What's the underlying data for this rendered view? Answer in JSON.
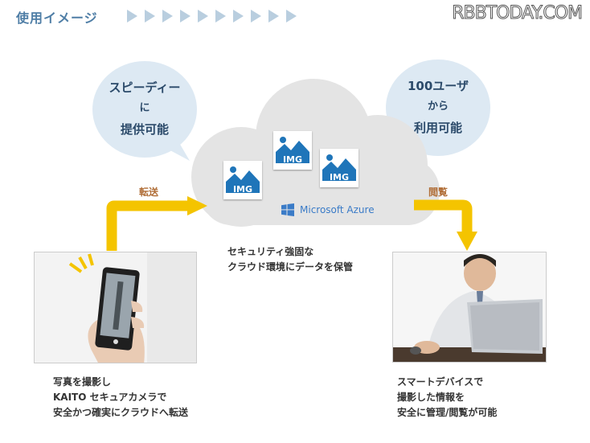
{
  "header": {
    "title": "使用イメージ"
  },
  "watermark": "RBBTODAY.COM",
  "bubbles": {
    "left": {
      "line1": "スピーディー",
      "line2": "に",
      "line3": "提供可能"
    },
    "right": {
      "line1": "100ユーザ",
      "line2": "から",
      "line3": "利用可能"
    }
  },
  "arrows": {
    "left_label": "転送",
    "right_label": "閲覧"
  },
  "cloud": {
    "images": [
      "IMG",
      "IMG",
      "IMG"
    ],
    "brand": "Microsoft Azure",
    "caption": {
      "line1": "セキュリティ強固な",
      "line2": "クラウド環境にデータを保管"
    }
  },
  "left_panel": {
    "caption": {
      "line1": "写真を撮影し",
      "line2": "KAITO セキュアカメラで",
      "line3": "安全かつ確実にクラウドへ転送"
    }
  },
  "right_panel": {
    "caption": {
      "line1": "スマートデバイスで",
      "line2": "撮影した情報を",
      "line3": "安全に管理/閲覧が可能"
    }
  },
  "colors": {
    "accent_blue": "#4f7ea6",
    "arrow_yellow": "#f4c400",
    "bubble_fill": "#dde9f3",
    "cloud_fill": "#e4e4e4",
    "img_blue": "#1f75b9"
  }
}
